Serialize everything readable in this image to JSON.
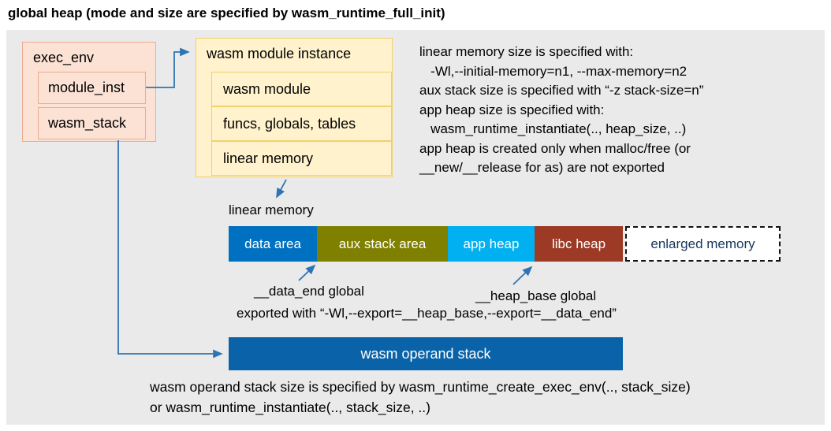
{
  "title": "global heap (mode and size are specified by wasm_runtime_full_init)",
  "exec_env": {
    "label": "exec_env",
    "children": [
      "module_inst",
      "wasm_stack"
    ]
  },
  "module_instance": {
    "label": "wasm module instance",
    "rows": [
      "wasm module",
      "funcs, globals, tables",
      "linear memory"
    ]
  },
  "notes_right": [
    "linear memory size is specified with:",
    "   -Wl,--initial-memory=n1, --max-memory=n2",
    "aux stack size is specified with “-z stack-size=n”",
    "app heap size is specified with:",
    "   wasm_runtime_instantiate(.., heap_size, ..)",
    "app heap is created only when malloc/free (or",
    "__new/__release for as) are not exported"
  ],
  "linear_memory_label": "linear memory",
  "memory_bar": {
    "segments": [
      {
        "label": "data area",
        "color": "#0070c0",
        "text_color": "#ffffff"
      },
      {
        "label": "aux stack area",
        "color": "#7f7f00",
        "text_color": "#ffffff"
      },
      {
        "label": "app heap",
        "color": "#00b0f0",
        "text_color": "#ffffff"
      },
      {
        "label": "libc heap",
        "color": "#9c3a26",
        "text_color": "#ffffff"
      },
      {
        "label": "enlarged memory",
        "color": "#ffffff",
        "text_color": "#17375d"
      }
    ]
  },
  "annotations": {
    "data_end_label": "__data_end global",
    "heap_base_label": "__heap_base global",
    "export_note": "exported with “-Wl,--export=__heap_base,--export=__data_end”"
  },
  "operand_stack": {
    "label": "wasm operand stack",
    "color": "#0a63a8"
  },
  "bottom_notes": [
    "wasm operand stack size is specified by wasm_runtime_create_exec_env(.., stack_size)",
    "or wasm_runtime_instantiate(.., stack_size, ..)"
  ],
  "colors": {
    "stage_bg": "#eaeaea",
    "exec_env_fill": "#fbe2d5",
    "exec_env_border": "#eeaa90",
    "module_fill": "#fff2cc",
    "module_border": "#f0d06c",
    "arrow": "#2e74b5"
  }
}
